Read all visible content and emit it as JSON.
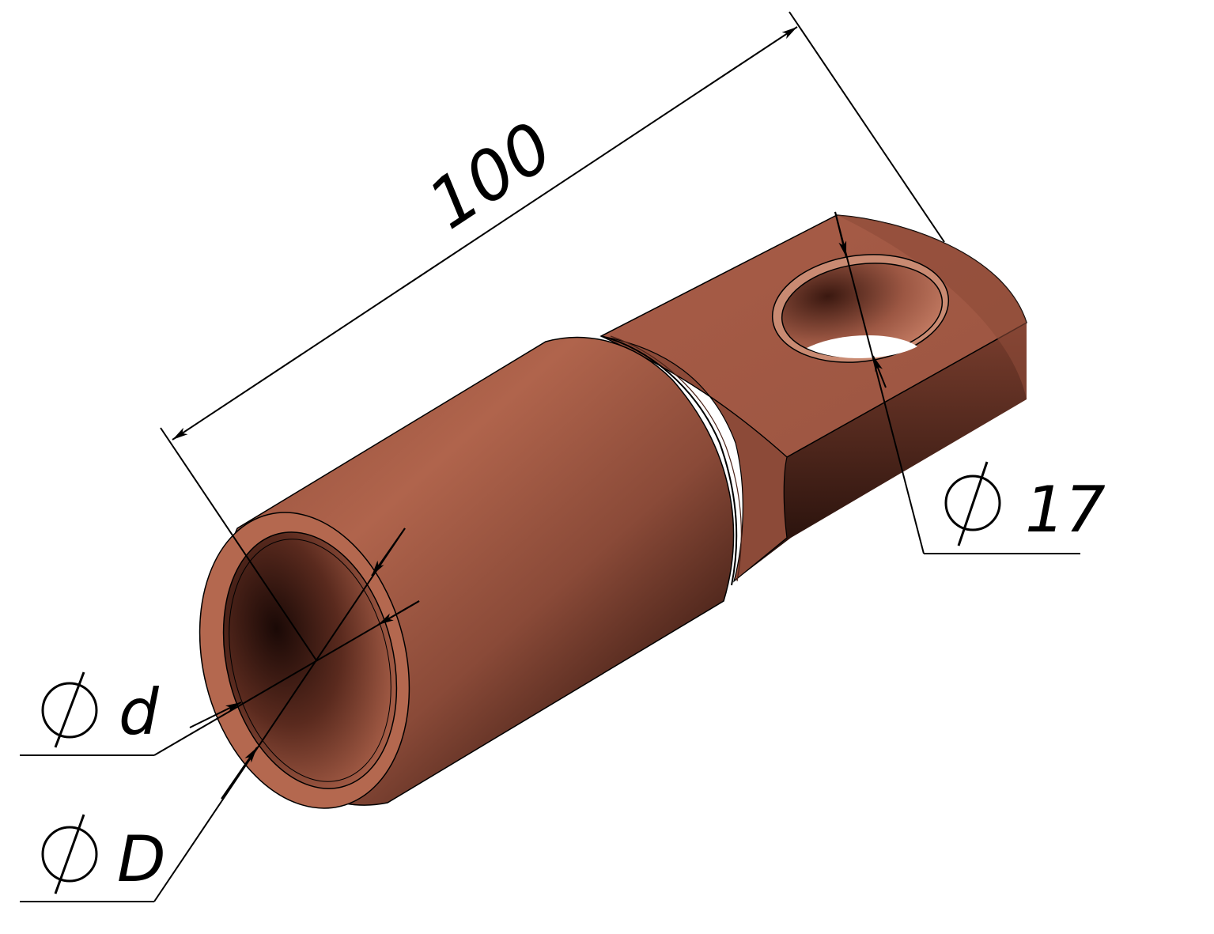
{
  "drawing": {
    "background": "#ffffff",
    "part_color": "#a85e48",
    "part_highlight": "#c98a72",
    "part_shadow": "#2a120c",
    "line_color": "#000000",
    "dimensions": {
      "length_label": "100",
      "hole_label": "17",
      "inner_diameter_label": "d",
      "outer_diameter_label": "D",
      "diameter_symbol": "Ø"
    }
  }
}
